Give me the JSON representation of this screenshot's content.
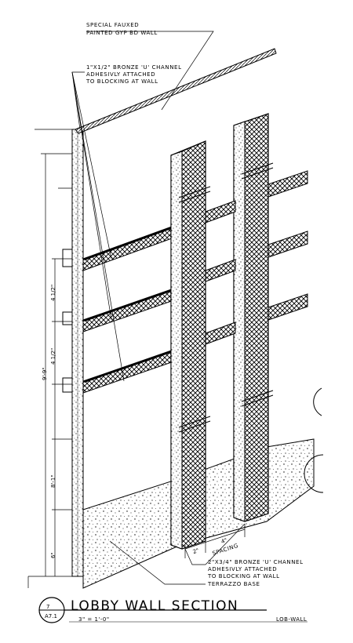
{
  "notes": {
    "wall_line1": "SPECIAL FAUXED",
    "wall_line2": "PAINTED GYP BD WALL",
    "channel_top_line1": "1\"X1/2\" BRONZE 'U' CHANNEL",
    "channel_top_line2": "ADHESIVLY ATTACHED",
    "channel_top_line3": "TO BLOCKING AT WALL",
    "channel_bot_line1": "2\"X3/4\" BRONZE 'U' CHANNEL",
    "channel_bot_line2": "ADHESIVLY ATTACHED",
    "channel_bot_line3": "TO BLOCKING AT WALL",
    "terrazzo": "TERRAZZO BASE"
  },
  "dimensions": {
    "overall": "9'-9\"",
    "upper": "4 1/2\"",
    "middle": "4 1/2\"",
    "lower": "8'-1\"",
    "base": "6\"",
    "spacing_a": "2\"",
    "spacing_b": "4\"",
    "spacing_label": "SPACING"
  },
  "title_block": {
    "detail_number": "7",
    "sheet_ref": "A7.1",
    "title": "LOBBY WALL SECTION",
    "scale": "3\" = 1'-0\"",
    "drawing_id": "LOB-WALL"
  }
}
